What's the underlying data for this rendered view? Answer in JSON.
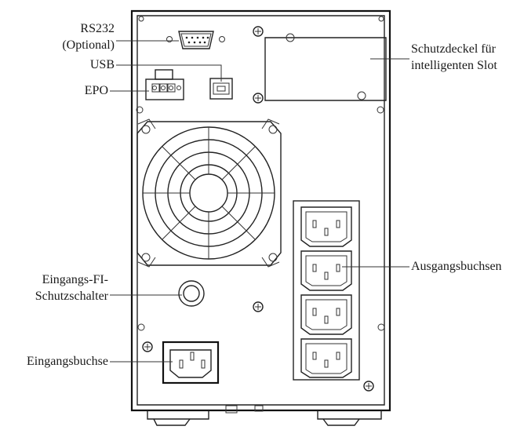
{
  "labels": {
    "rs232_line1": "RS232",
    "rs232_line2": "(Optional)",
    "usb": "USB",
    "epo": "EPO",
    "cover_line1": "Schutzdeckel für",
    "cover_line2": "intelligenten Slot",
    "rcd_line1": "Eingangs-FI-",
    "rcd_line2": "Schutzschalter",
    "output": "Ausgangsbuchsen",
    "input": "Eingangsbuchse"
  }
}
